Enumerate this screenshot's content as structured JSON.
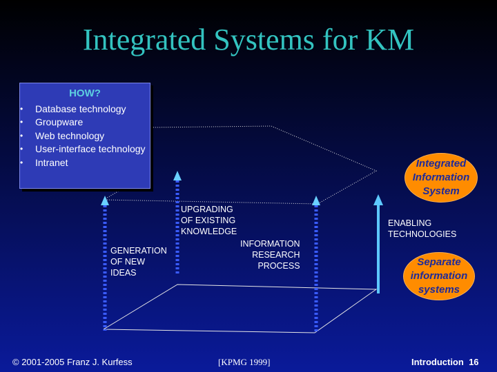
{
  "slide": {
    "title": "Integrated Systems for KM",
    "how_box": {
      "title": "HOW?",
      "items": [
        "Database  technology",
        "Groupware",
        "Web technology",
        "User-interface technology",
        "Intranet"
      ]
    },
    "labels": {
      "generation": "GENERATION\nOF NEW\nIDEAS",
      "upgrading": "UPGRADING\nOF EXISTING\nKNOWLEDGE",
      "research": "INFORMATION\nRESEARCH\nPROCESS",
      "enabling": "ENABLING\nTECHNOLOGIES"
    },
    "ovals": {
      "integrated": "Integrated\nInformation\nSystem",
      "separate": "Separate\ninformation\nsystems"
    },
    "footer": {
      "copyright": "© 2001-2005 Franz J. Kurfess",
      "citation": "[KPMG 1999]",
      "section": "Introduction",
      "page": "16"
    }
  },
  "colors": {
    "title": "#33c3c0",
    "oval_fill": "#ff8c00",
    "oval_text": "#1e2a9a",
    "arrow": "#5dc8ff",
    "dots": "#3a5cff"
  }
}
